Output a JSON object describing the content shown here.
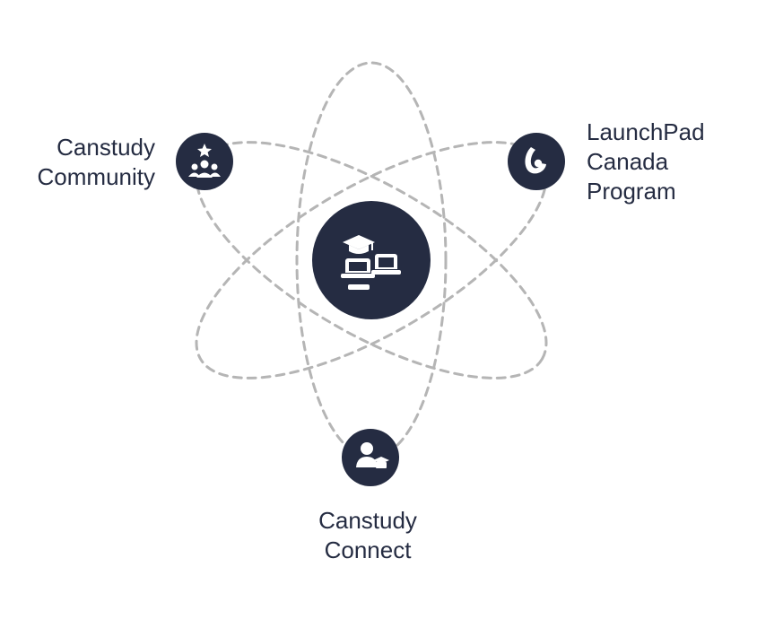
{
  "colors": {
    "node_fill": "#252c42",
    "icon_fill": "#ffffff",
    "orbit_stroke": "#b5b5b5",
    "label_text": "#252c42",
    "background": "#ffffff"
  },
  "center": {
    "icon": "graduation-laptops-icon"
  },
  "satellites": {
    "community": {
      "icon": "community-group-star-icon",
      "lines": [
        "Canstudy",
        "Community"
      ]
    },
    "launchpad": {
      "icon": "launchpad-icon",
      "lines": [
        "LaunchPad",
        "Canada",
        "Program"
      ]
    },
    "connect": {
      "icon": "student-connect-icon",
      "lines": [
        "Canstudy",
        "Connect"
      ]
    }
  }
}
